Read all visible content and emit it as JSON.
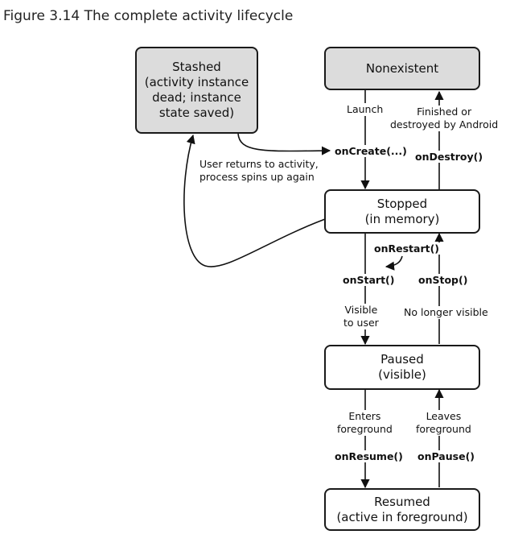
{
  "caption": "Figure 3.14  The complete activity lifecycle",
  "states": {
    "stashed": "Stashed\n(activity instance\ndead; instance\nstate saved)",
    "nonexistent": "Nonexistent",
    "stopped": "Stopped\n(in memory)",
    "paused": "Paused\n(visible)",
    "resumed": "Resumed\n(active in foreground)"
  },
  "labels": {
    "launch": "Launch",
    "finished": "Finished or\ndestroyed by Android",
    "user_returns": "User returns to activity,\nprocess spins up again",
    "visible_to_user": "Visible\nto user",
    "no_longer_visible": "No longer visible",
    "enters_foreground": "Enters\nforeground",
    "leaves_foreground": "Leaves\nforeground"
  },
  "methods": {
    "on_create": "onCreate(...)",
    "on_destroy": "onDestroy()",
    "on_restart": "onRestart()",
    "on_start": "onStart()",
    "on_stop": "onStop()",
    "on_resume": "onResume()",
    "on_pause": "onPause()"
  }
}
